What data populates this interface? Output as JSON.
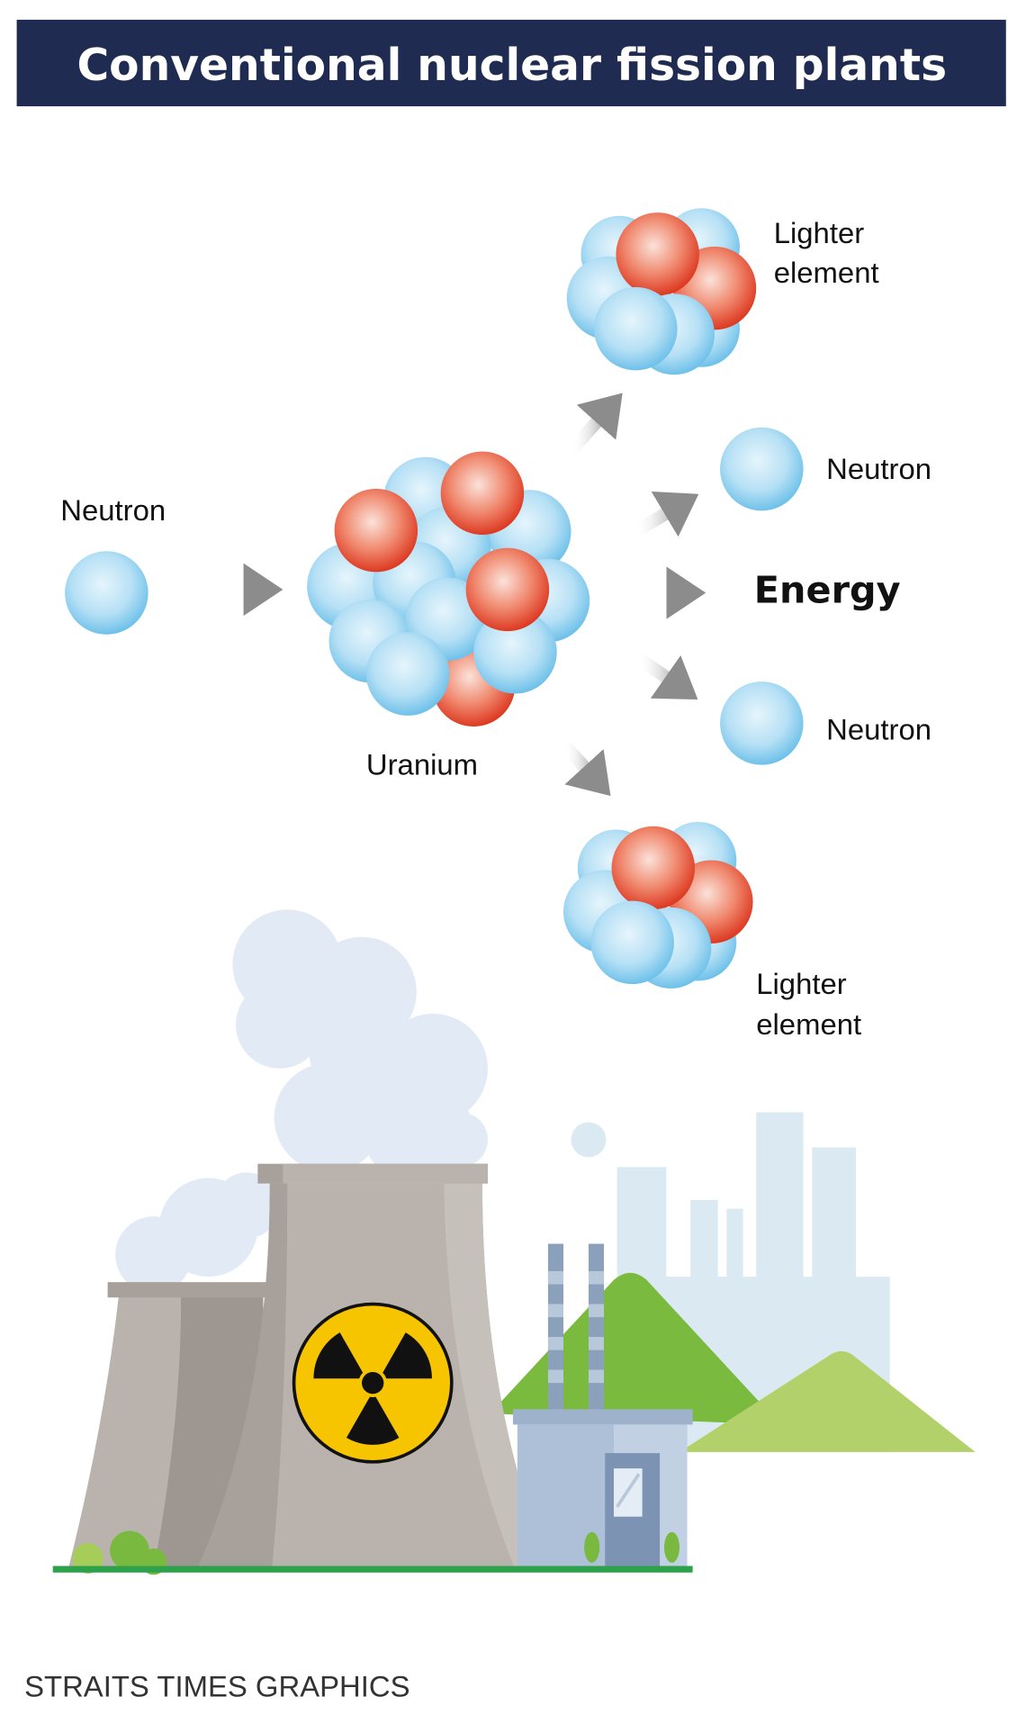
{
  "title": "Conventional nuclear fission plants",
  "labels": {
    "neutron_in": "Neutron",
    "uranium": "Uranium",
    "lighter_top_1": "Lighter",
    "lighter_top_2": "element",
    "neutron_top": "Neutron",
    "energy": "Energy",
    "neutron_bottom": "Neutron",
    "lighter_bottom_1": "Lighter",
    "lighter_bottom_2": "element"
  },
  "footer": "STRAITS TIMES GRAPHICS",
  "colors": {
    "title_bar": "#1f2b50",
    "neutron": "#7cc9ec",
    "proton": "#e2432b",
    "tower": "#bab3ad",
    "radiation_sign": "#f7c500",
    "hill_dark": "#7aba3e",
    "hill_light": "#b3d16a",
    "ground": "#2ea24a"
  }
}
